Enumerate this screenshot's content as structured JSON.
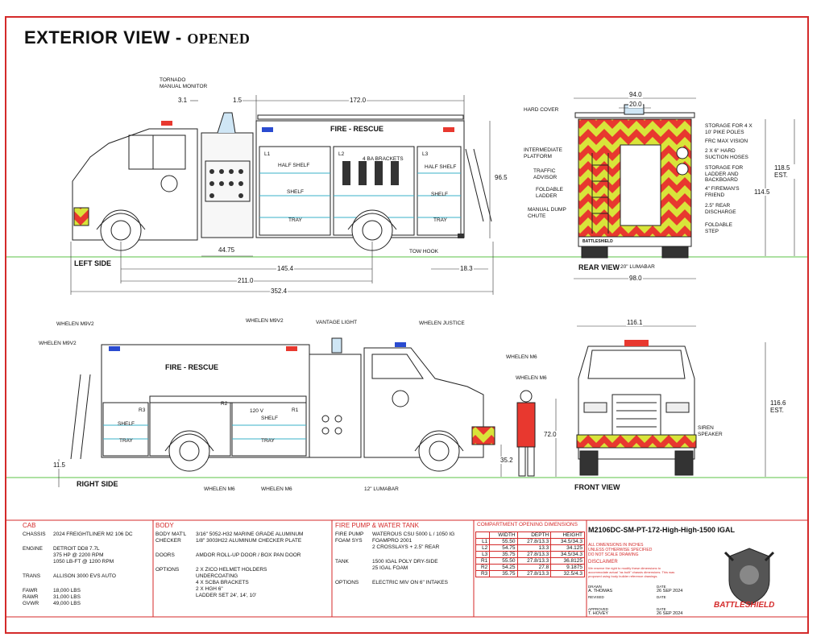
{
  "title": {
    "main": "EXTERIOR VIEW -",
    "sub": "OPENED"
  },
  "views": {
    "left": "LEFT SIDE",
    "rear": "REAR VIEW",
    "right": "RIGHT SIDE",
    "front": "FRONT VIEW"
  },
  "left_side": {
    "body_text": "FIRE - RESCUE",
    "compartments": [
      "L1",
      "L2",
      "L3"
    ],
    "shelf_labels": [
      "HALF SHELF",
      "SHELF",
      "TRAY",
      "4 BA BRACKETS",
      "HALF SHELF",
      "SHELF",
      "TRAY"
    ],
    "callouts": [
      "TORNADO MANUAL MONITOR",
      "TOW HOOK"
    ],
    "dims": [
      "3.1",
      "1.5",
      "172.0",
      "96.5",
      "44.75",
      "145.4",
      "18.3",
      "211.0",
      "352.4"
    ]
  },
  "rear": {
    "callouts_left": [
      "HARD COVER",
      "INTERMEDIATE PLATFORM",
      "TRAFFIC ADVISOR",
      "FOLDABLE LADDER",
      "MANUAL DUMP CHUTE"
    ],
    "callouts_right": [
      "STORAGE FOR 4 X 10' PIKE POLES",
      "FRC MAX VISION",
      "2 X 6\" HARD SUCTION HOSES",
      "STORAGE FOR LADDER AND BACKBOARD",
      "4\" FIREMAN'S FRIEND",
      "2.5\" REAR DISCHARGE",
      "FOLDABLE STEP"
    ],
    "bottom": "20\" LUMABAR",
    "dims": [
      "94.0",
      "20.0",
      "118.5 EST.",
      "114.5",
      "98.0"
    ],
    "brand": "BATTLESHIELD"
  },
  "right_side": {
    "body_text": "FIRE - RESCUE",
    "compartments": [
      "R3",
      "R2",
      "R1"
    ],
    "shelf_labels": [
      "SHELF",
      "TRAY",
      "120 V",
      "SHELF",
      "TRAY"
    ],
    "callouts": [
      "WHELEN M9V2",
      "WHELEN M9V2",
      "WHELEN M9V2",
      "VANTAGE LIGHT",
      "WHELEN JUSTICE",
      "WHELEN M6",
      "WHELEN M6",
      "WHELEN M6",
      "WHELEN M6",
      "12\" LUMABAR"
    ],
    "dims": [
      "11.5",
      "72.0",
      "35.2"
    ]
  },
  "front": {
    "callouts": [
      "SIREN SPEAKER"
    ],
    "dims": [
      "116.1",
      "116.6 EST."
    ]
  },
  "cab": {
    "heading": "CAB",
    "rows": [
      [
        "CHASSIS",
        "2024 FREIGHTLINER M2 106 DC"
      ],
      [
        "ENGINE",
        "DETROIT DD8 7.7L"
      ],
      [
        "",
        "375 HP @ 2200 RPM"
      ],
      [
        "",
        "1050 LB-FT @ 1200 RPM"
      ],
      [
        "TRANS",
        "ALLISON  3000 EVS AUTO"
      ],
      [
        "FAWR",
        "18,000 LBS"
      ],
      [
        "RAWR",
        "31,000 LBS"
      ],
      [
        "GVWR",
        "49,000 LBS"
      ]
    ]
  },
  "body": {
    "heading": "BODY",
    "rows": [
      [
        "BODY MAT'L",
        "3/16\" 5052-H32 MARINE GRADE ALUMINUM"
      ],
      [
        "CHECKER",
        "1/8\" 3003H22 ALUMINUM CHECKER PLATE"
      ],
      [
        "DOORS",
        "AMDOR ROLL-UP DOOR / BOX PAN DOOR"
      ],
      [
        "OPTIONS",
        "2 X ZICO HELMET HOLDERS"
      ],
      [
        "",
        "UNDERCOATING"
      ],
      [
        "",
        "4 X SCBA BRACKETS"
      ],
      [
        "",
        "2 X HGH 6\""
      ],
      [
        "",
        "LADDER SET 24', 14', 10'"
      ]
    ]
  },
  "pump": {
    "heading": "FIRE PUMP & WATER TANK",
    "rows": [
      [
        "FIRE PUMP",
        "WATEROUS CSU 5000 L / 1050 IG"
      ],
      [
        "FOAM SYS",
        "FOAMPRO 2001"
      ],
      [
        "",
        "2 CROSSLAYS + 2.5\" REAR"
      ],
      [
        "TANK",
        "1500 IGAL POLY DRY-SIDE"
      ],
      [
        "",
        "25 IGAL FOAM"
      ],
      [
        "OPTIONS",
        "ELECTRIC MIV ON 6\" INTAKES"
      ]
    ]
  },
  "compartment_dims": {
    "heading": "COMPARTMENT OPENING DIMENSIONS",
    "columns": [
      "",
      "WIDTH",
      "DEPTH",
      "HEIGHT"
    ],
    "rows": [
      [
        "L1",
        "55.50",
        "27.8/13.3",
        "34.5/34.3"
      ],
      [
        "L2",
        "54.75",
        "13.3",
        "34.125"
      ],
      [
        "L3",
        "35.75",
        "27.8/13.3",
        "34.5/34.3"
      ],
      [
        "R1",
        "55.50",
        "27.8/13.3",
        "36.8125"
      ],
      [
        "R2",
        "54.25",
        "27.8",
        "9.1875"
      ],
      [
        "R3",
        "35.75",
        "27.8/13.3",
        "32.5/4.3"
      ]
    ]
  },
  "title_block": {
    "model": "M2106DC-SM-PT-172-High-High-1500 IGAL",
    "notes": [
      "ALL DIMENSIONS IN INCHES",
      "UNLESS OTHERWISE SPECIFIED",
      "DO NOT SCALE DRAWING"
    ],
    "disclaimer_head": "DISCLAIMER",
    "disclaimer": "We reserve the right to modify these dimensions to accommodate actual \"as built\" chassis dimensions. This was proposed using body builder reference drawings.",
    "drawn_label": "DRAWN",
    "drawn_by": "A. THOMAS",
    "drawn_date_label": "DATE",
    "drawn_date": "26 SEP 2024",
    "revised_label": "REVISED",
    "revised_date_label": "DATE",
    "approved_label": "APPROVED",
    "approved_by": "T. HOVEY",
    "approved_date_label": "DATE",
    "approved_date": "26 SEP 2024",
    "logo_text": "BATTLESHIELD"
  },
  "colors": {
    "border": "#d42a2a",
    "chevron_red": "#e8382f",
    "chevron_yellow": "#d8e43a",
    "ground": "#7ccf6a",
    "blue": "#2a4bd0"
  }
}
